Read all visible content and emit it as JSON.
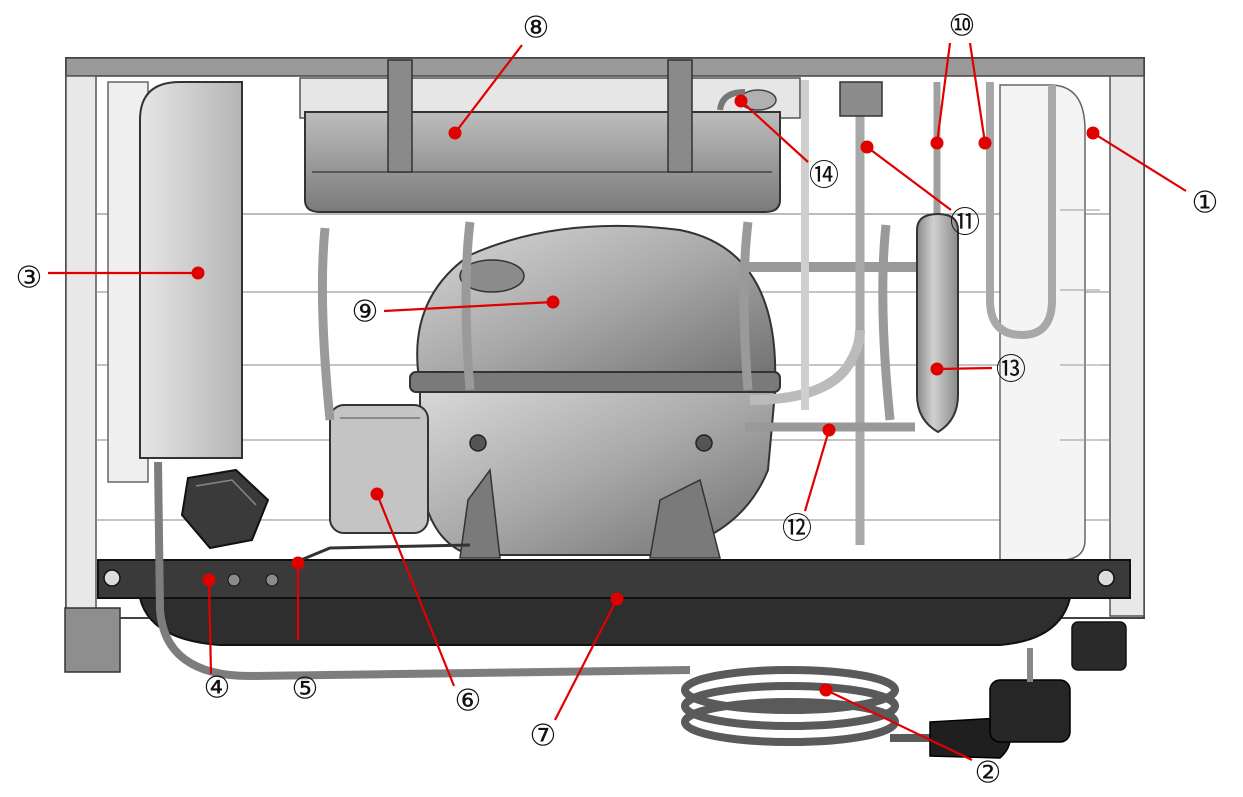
{
  "diagram": {
    "colors": {
      "callout_dot": "#e00000",
      "callout_line": "#e00000",
      "callout_text": "#111111",
      "base_plate": "#3a3a3a",
      "compressor": "#9a9a9a",
      "background": "#ffffff"
    },
    "callouts": [
      {
        "id": "1",
        "label": "①"
      },
      {
        "id": "2",
        "label": "②"
      },
      {
        "id": "3",
        "label": "③"
      },
      {
        "id": "4",
        "label": "④"
      },
      {
        "id": "5",
        "label": "⑤"
      },
      {
        "id": "6",
        "label": "⑥"
      },
      {
        "id": "7",
        "label": "⑦"
      },
      {
        "id": "8",
        "label": "⑧"
      },
      {
        "id": "9",
        "label": "⑨"
      },
      {
        "id": "10",
        "label": "⑩"
      },
      {
        "id": "11",
        "label": "⑪"
      },
      {
        "id": "12",
        "label": "⑫"
      },
      {
        "id": "13",
        "label": "⑬"
      },
      {
        "id": "14",
        "label": "⑭"
      }
    ]
  }
}
